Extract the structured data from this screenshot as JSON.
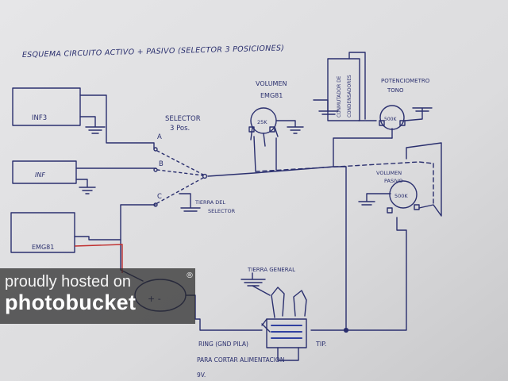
{
  "title": "ESQUEMA CIRCUITO ACTIVO + PASIVO (SELECTOR 3 POSICIONES)",
  "pickups": [
    {
      "label": "INF3"
    },
    {
      "label": "INF"
    },
    {
      "label": "EMG81"
    }
  ],
  "selector": {
    "label_line1": "SELECTOR",
    "label_line2": "3 Pos.",
    "positions": [
      "A",
      "B",
      "C"
    ],
    "ground_label_line1": "TIERRA DEL",
    "ground_label_line2": "SELECTOR"
  },
  "volume": {
    "label_line1": "VOLUMEN",
    "label_line2": "EMG81",
    "value": "25K"
  },
  "capacitor": {
    "label_line1": "CONMUTADOR DE",
    "label_line2": "CONDENSADORES"
  },
  "tone": {
    "label_line1": "POTENCIOMETRO",
    "label_line2": "TONO",
    "value": "500K"
  },
  "volume_passive": {
    "label_line1": "VOLUMEN",
    "label_line2": "PASIVO",
    "value": "500K"
  },
  "general_ground": "TIERRA GENERAL",
  "jack": {
    "ring_line1": "RING (GND PILA)",
    "ring_line2": "PARA CORTAR ALIMENTACION",
    "ring_line3": "9V.",
    "tip": "TIP."
  },
  "battery_symbol": "+ -",
  "watermark": {
    "line1": "proudly hosted on",
    "line2": "photobucket",
    "mark": "®"
  },
  "colors": {
    "ink": "#2a2f6e",
    "paper": "#e4e4e6",
    "red_wire": "#c03030"
  }
}
